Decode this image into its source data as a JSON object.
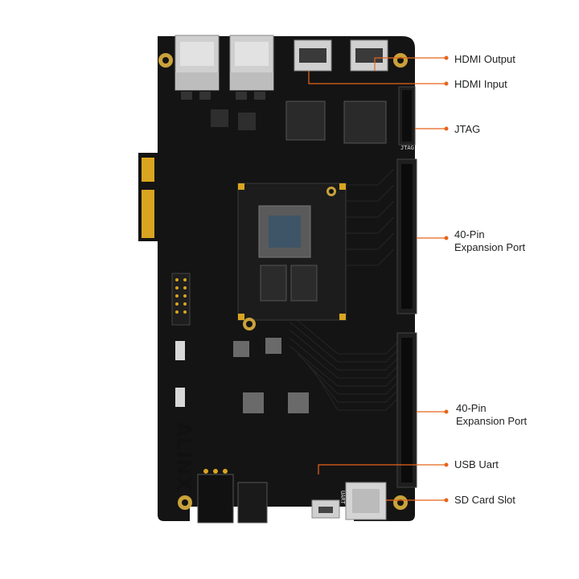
{
  "board": {
    "brand": "ALINX",
    "silk": {
      "jtag": "JTAG",
      "uart": "UART"
    }
  },
  "callouts": [
    {
      "label": "HDMI Output"
    },
    {
      "label": "HDMI Input"
    },
    {
      "label": "JTAG"
    },
    {
      "label": "40-Pin\nExpansion Port"
    },
    {
      "label": "40-Pin\nExpansion Port"
    },
    {
      "label": "USB Uart"
    },
    {
      "label": "SD Card Slot"
    }
  ],
  "colors": {
    "pcb": "#141414",
    "gold": "#d9a520",
    "callout_line": "#e8641a",
    "text": "#222222"
  }
}
